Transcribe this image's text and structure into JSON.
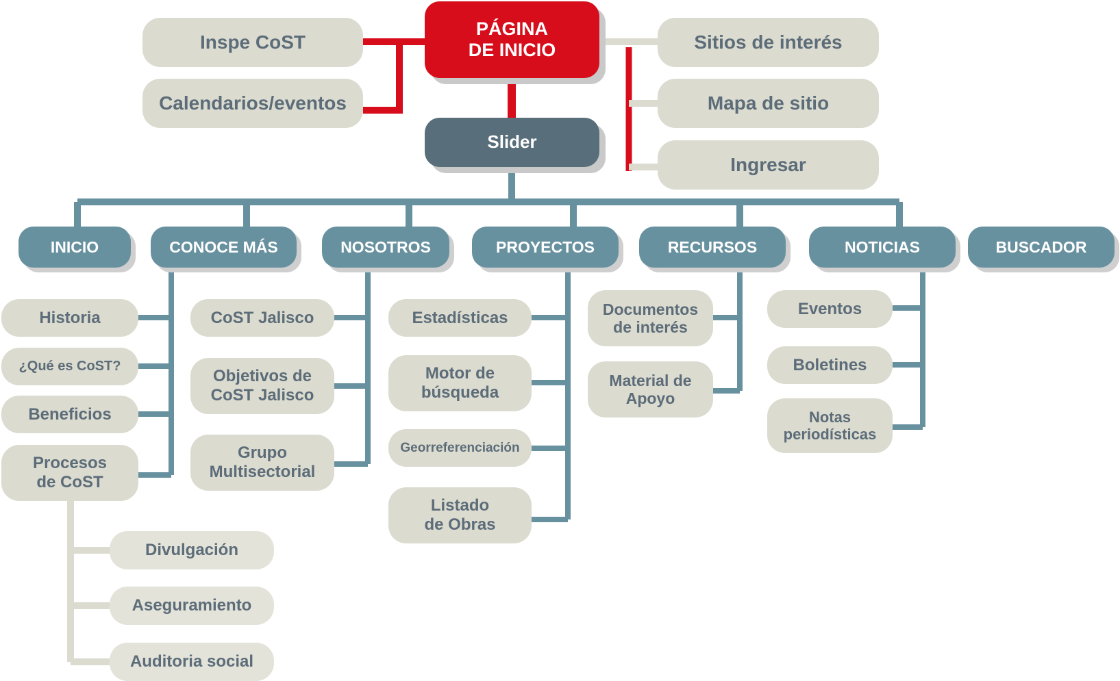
{
  "colors": {
    "accent_red": "#d80d1b",
    "nav_blue": "#6891a0",
    "slider_slate": "#586e7a",
    "pill_beige": "#dbdbd0",
    "text_slate": "#5c6c78"
  },
  "home": {
    "label": "PÁGINA\nDE INICIO"
  },
  "slider": {
    "label": "Slider"
  },
  "left_links": [
    "Inspe CoST",
    "Calendarios/eventos"
  ],
  "right_links": [
    "Sitios de interés",
    "Mapa de sitio",
    "Ingresar"
  ],
  "nav": [
    "INICIO",
    "CONOCE MÁS",
    "NOSOTROS",
    "PROYECTOS",
    "RECURSOS",
    "NOTICIAS",
    "BUSCADOR"
  ],
  "conoce_mas": [
    "Historia",
    "¿Qué es CoST?",
    "Beneficios",
    "Procesos\nde CoST"
  ],
  "procesos": [
    "Divulgación",
    "Aseguramiento",
    "Auditoria social"
  ],
  "nosotros": [
    "CoST Jalisco",
    "Objetivos de\nCoST Jalisco",
    "Grupo\nMultisectorial"
  ],
  "proyectos": [
    "Estadísticas",
    "Motor de\nbúsqueda",
    "Georreferenciación",
    "Listado\nde Obras"
  ],
  "recursos": [
    "Documentos\nde interés",
    "Material de\nApoyo"
  ],
  "noticias": [
    "Eventos",
    "Boletines",
    "Notas\nperiodísticas"
  ]
}
